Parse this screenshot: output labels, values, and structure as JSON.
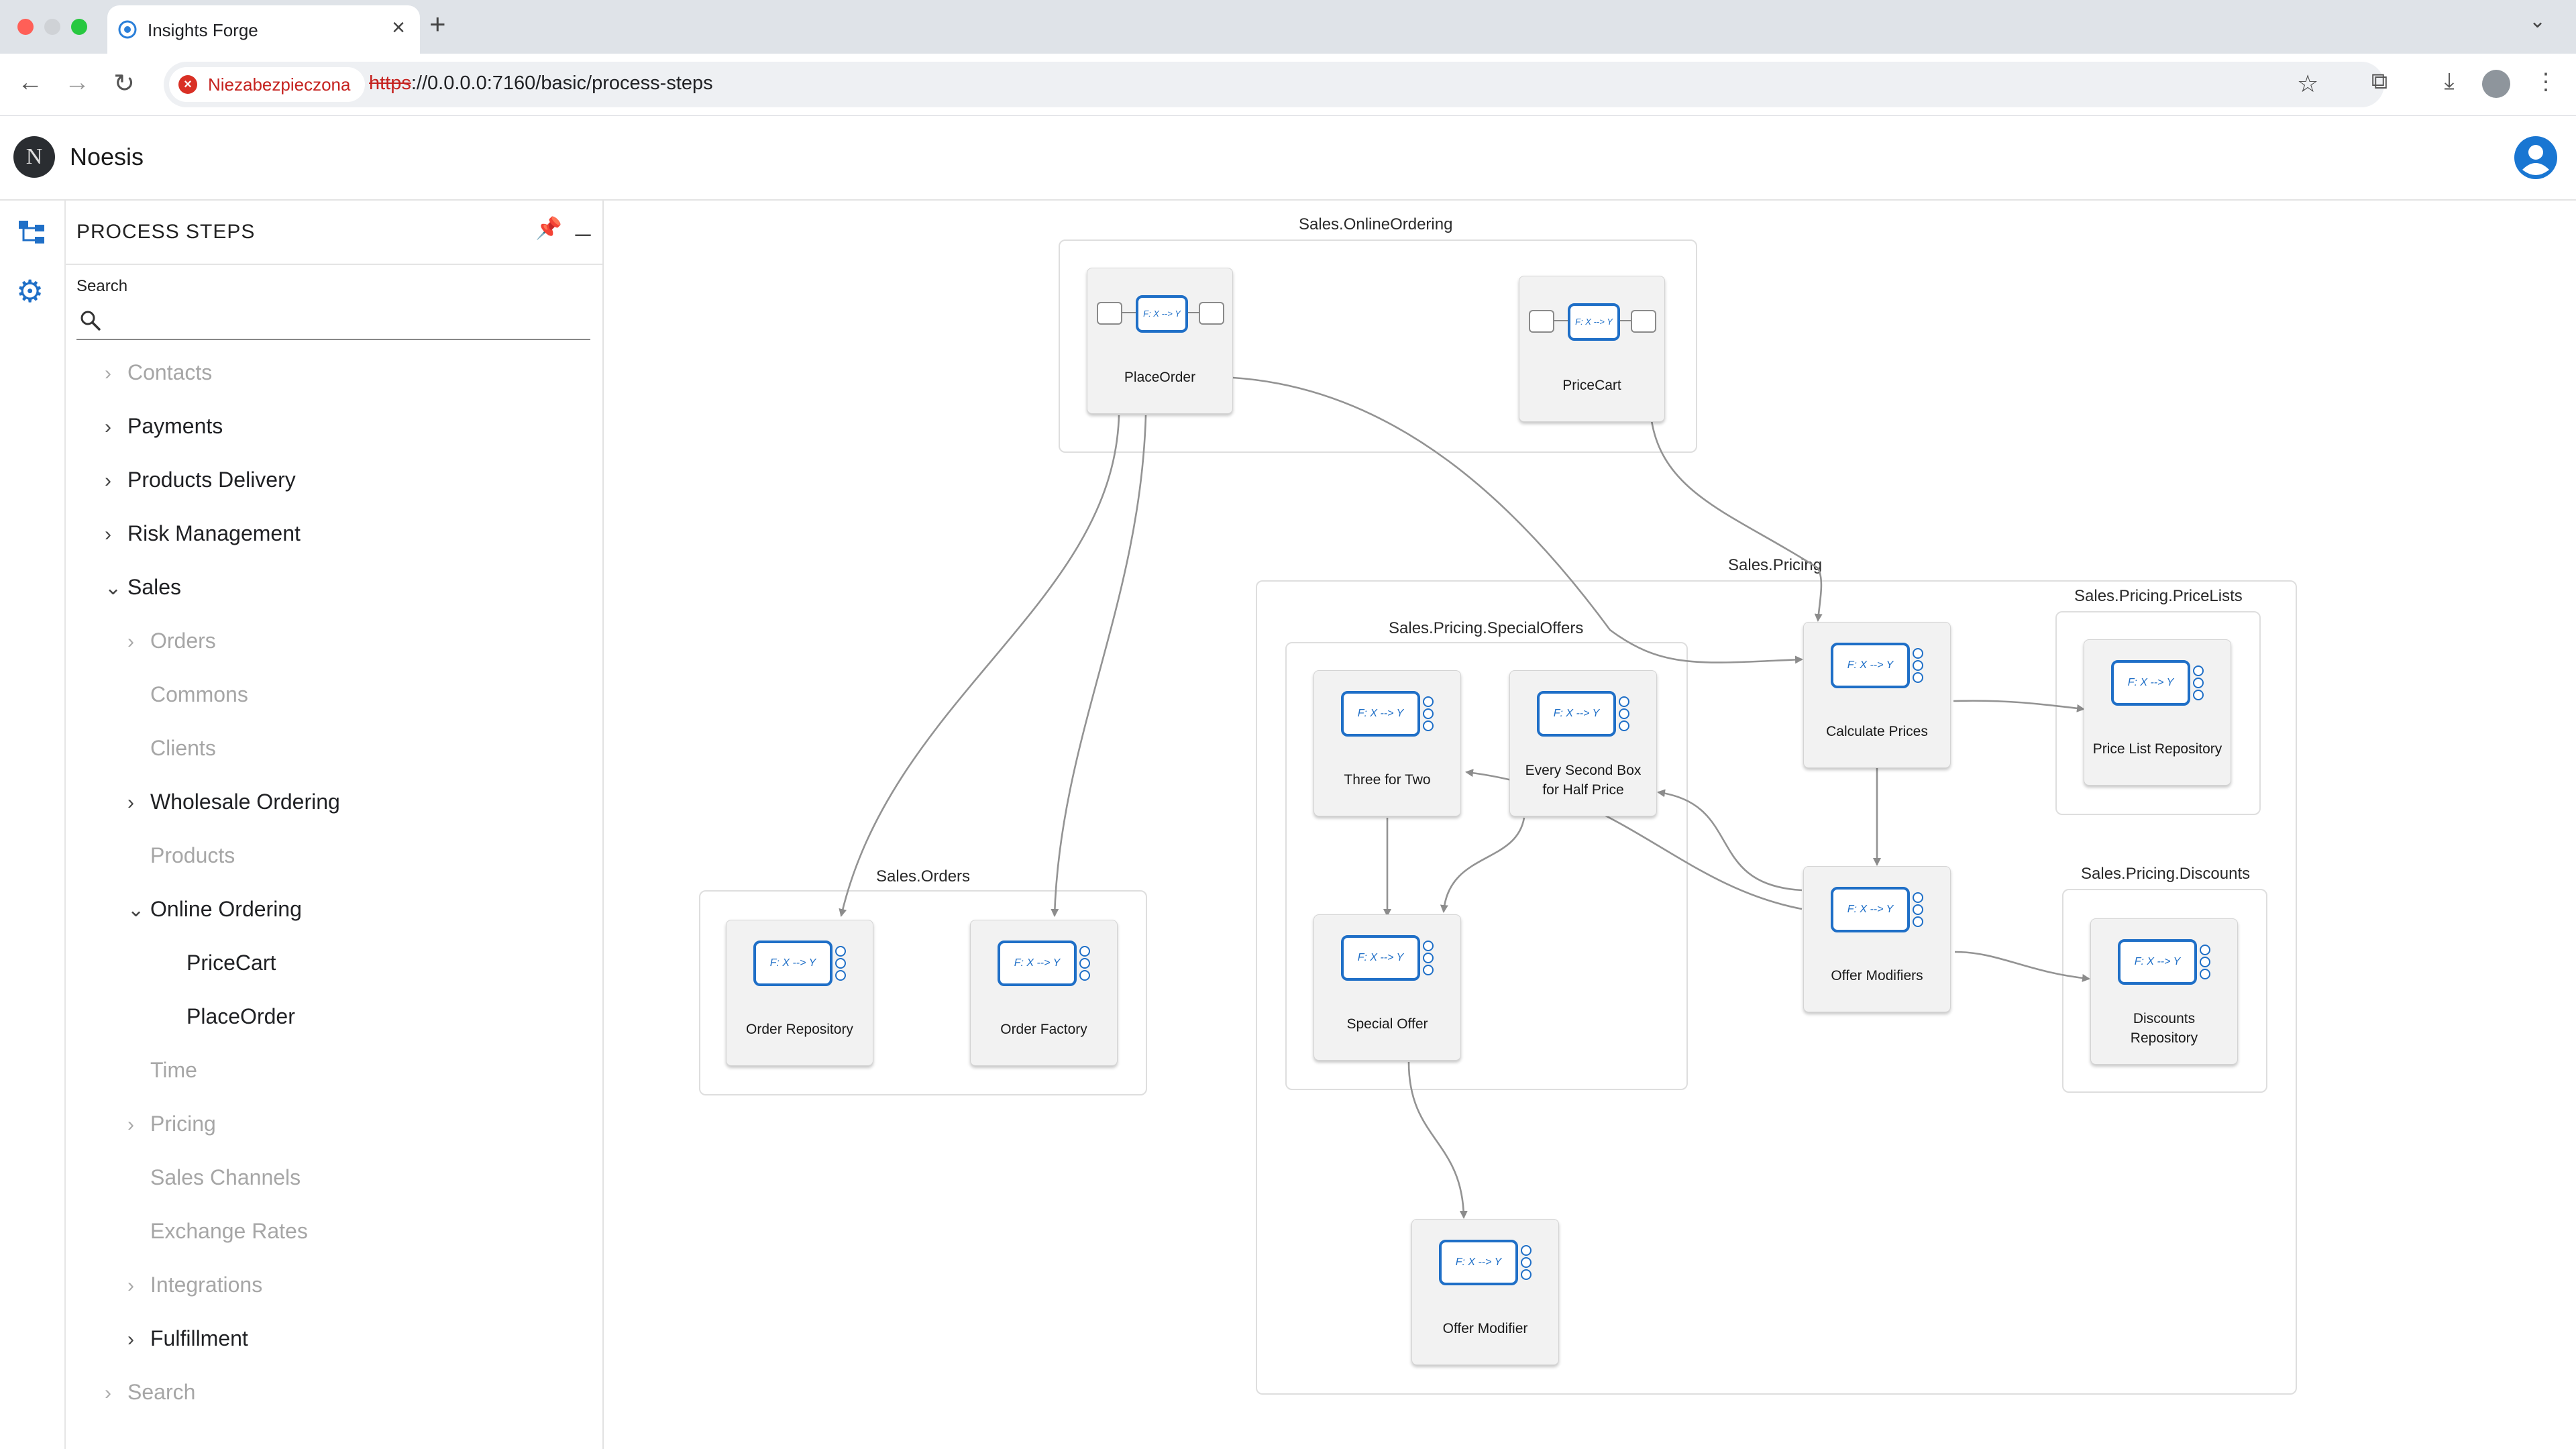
{
  "browser": {
    "tab_title": "Insights Forge",
    "security_label": "Niezabezpieczona",
    "url_scheme": "https",
    "url_rest": "://0.0.0.0:7160/basic/process-steps"
  },
  "app": {
    "name": "Noesis",
    "logo_letter": "N"
  },
  "panel": {
    "title": "PROCESS STEPS",
    "search_label": "Search",
    "search_placeholder": "",
    "items": [
      {
        "label": "Contacts"
      },
      {
        "label": "Payments"
      },
      {
        "label": "Products Delivery"
      },
      {
        "label": "Risk Management"
      },
      {
        "label": "Sales"
      },
      {
        "label": "Orders"
      },
      {
        "label": "Commons"
      },
      {
        "label": "Clients"
      },
      {
        "label": "Wholesale Ordering"
      },
      {
        "label": "Products"
      },
      {
        "label": "Online Ordering"
      },
      {
        "label": "PriceCart"
      },
      {
        "label": "PlaceOrder"
      },
      {
        "label": "Time"
      },
      {
        "label": "Pricing"
      },
      {
        "label": "Sales Channels"
      },
      {
        "label": "Exchange Rates"
      },
      {
        "label": "Integrations"
      },
      {
        "label": "Fulfillment"
      },
      {
        "label": "Search"
      }
    ]
  },
  "diagram": {
    "func_label": "F: X --> Y",
    "groups": {
      "online_ordering": "Sales.OnlineOrdering",
      "pricing": "Sales.Pricing",
      "special_offers": "Sales.Pricing.SpecialOffers",
      "price_lists": "Sales.Pricing.PriceLists",
      "discounts": "Sales.Pricing.Discounts",
      "orders": "Sales.Orders"
    },
    "nodes": {
      "place_order": "PlaceOrder",
      "price_cart": "PriceCart",
      "calculate_prices": "Calculate Prices",
      "price_list_repository": "Price List Repository",
      "three_for_two": "Three for Two",
      "every_second_box_1": "Every Second Box",
      "every_second_box_2": "for Half Price",
      "offer_modifiers": "Offer Modifiers",
      "special_offer": "Special Offer",
      "discounts_repository_1": "Discounts",
      "discounts_repository_2": "Repository",
      "order_repository": "Order Repository",
      "order_factory": "Order Factory",
      "offer_modifier": "Offer Modifier"
    }
  }
}
